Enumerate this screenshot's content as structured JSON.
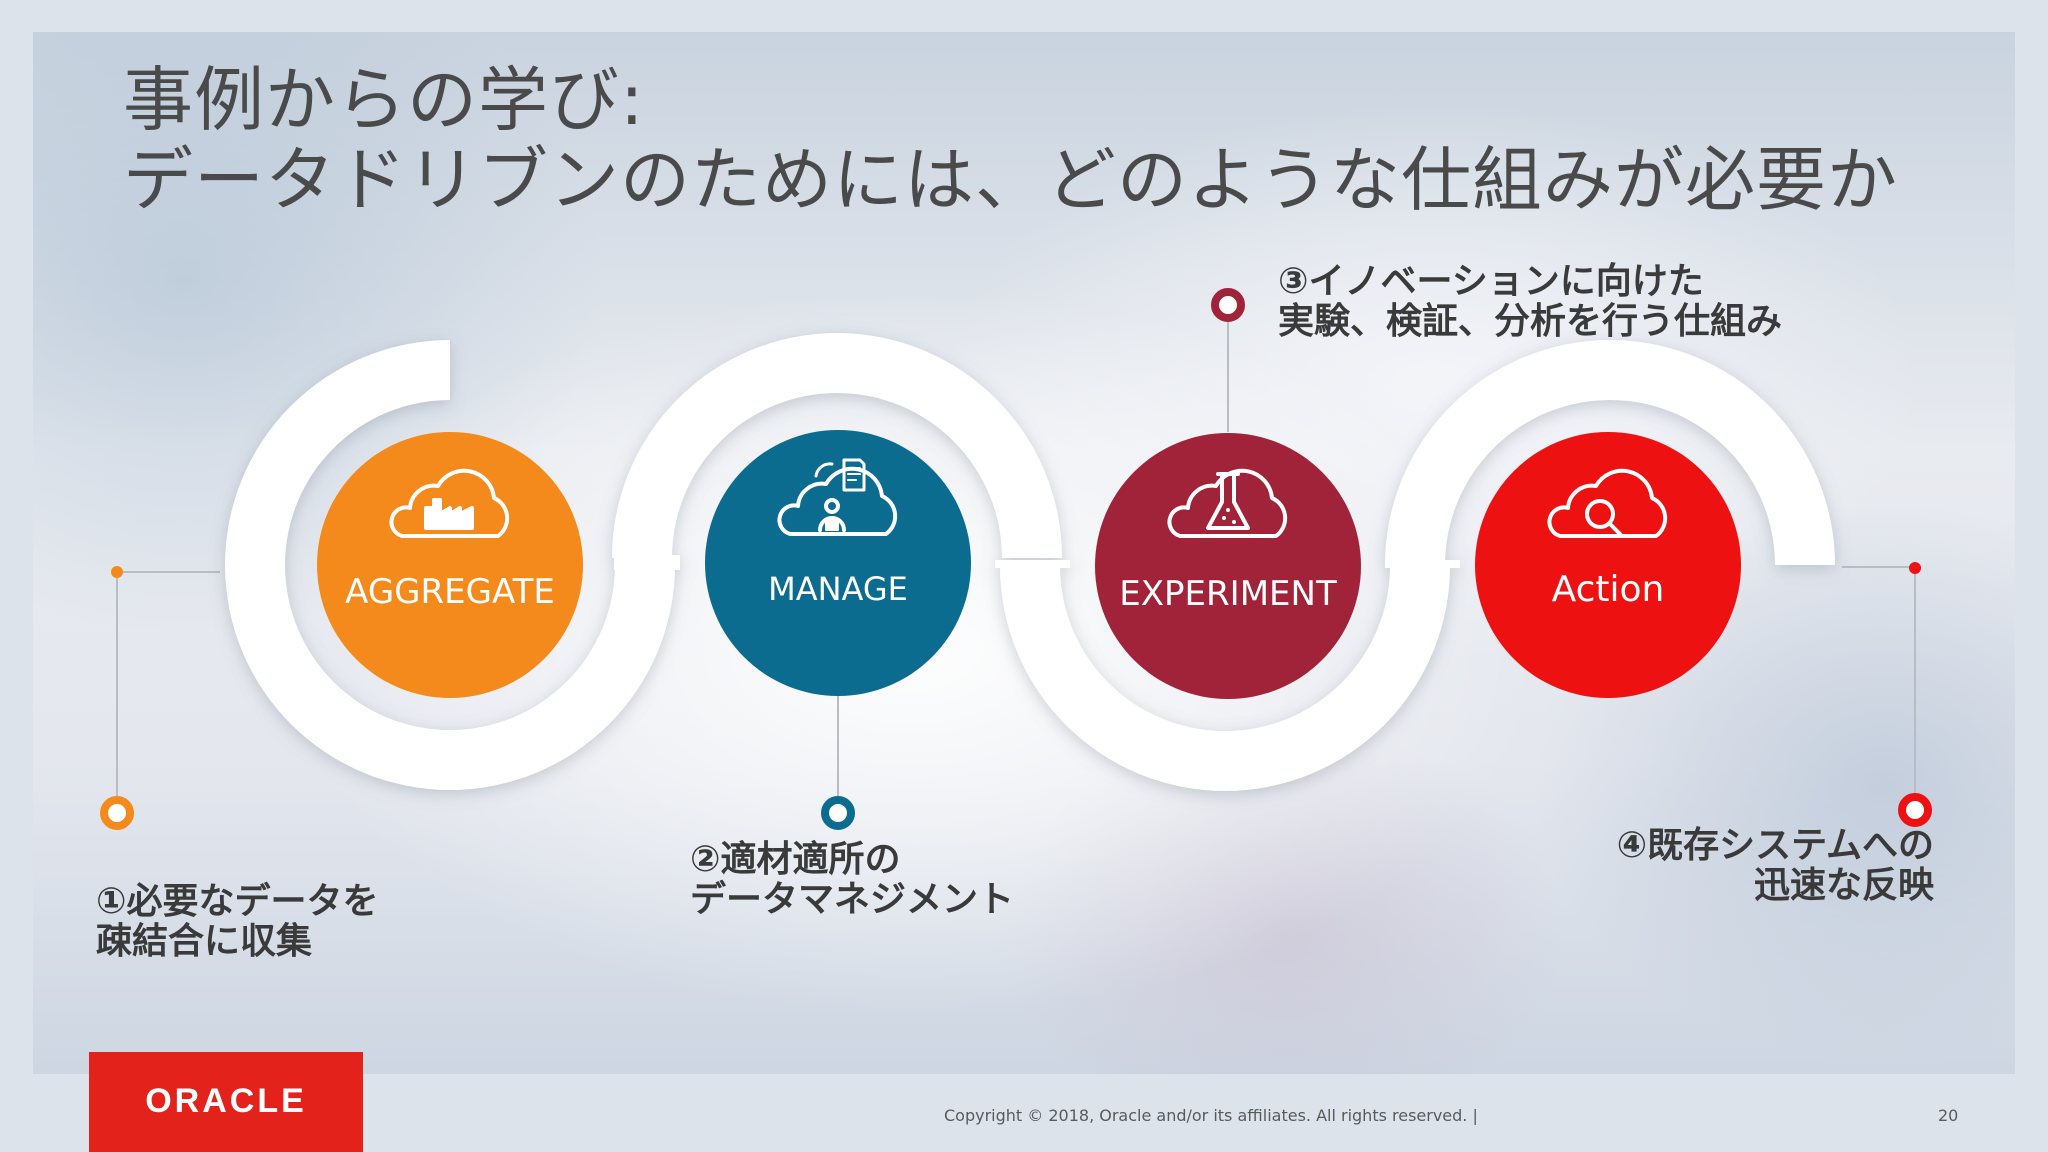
{
  "title": {
    "line1": "事例からの学び:",
    "line2": "データドリブンのためには、どのような仕組みが必要か"
  },
  "steps": [
    {
      "label": "AGGREGATE",
      "icon": "factory-cloud-icon",
      "color": "#f58a1c"
    },
    {
      "label": "MANAGE",
      "icon": "person-document-cloud-icon",
      "color": "#0b6c8f"
    },
    {
      "label": "EXPERIMENT",
      "icon": "flask-cloud-icon",
      "color": "#a02339"
    },
    {
      "label": "Action",
      "icon": "magnifier-cloud-icon",
      "color": "#ee1111"
    }
  ],
  "callouts": {
    "c1": {
      "line1": "①必要なデータを",
      "line2": "疎結合に収集"
    },
    "c2": {
      "line1": "②適材適所の",
      "line2": "データマネジメント"
    },
    "c3": {
      "line1": "③イノベーションに向けた",
      "line2": "実験、検証、分析を行う仕組み"
    },
    "c4": {
      "line1": "④既存システムへの",
      "line2": "迅速な反映"
    }
  },
  "footer": {
    "logo": "ORACLE",
    "copyright": "Copyright © 2018, Oracle and/or its affiliates. All rights reserved.  |",
    "page_number": "20"
  }
}
